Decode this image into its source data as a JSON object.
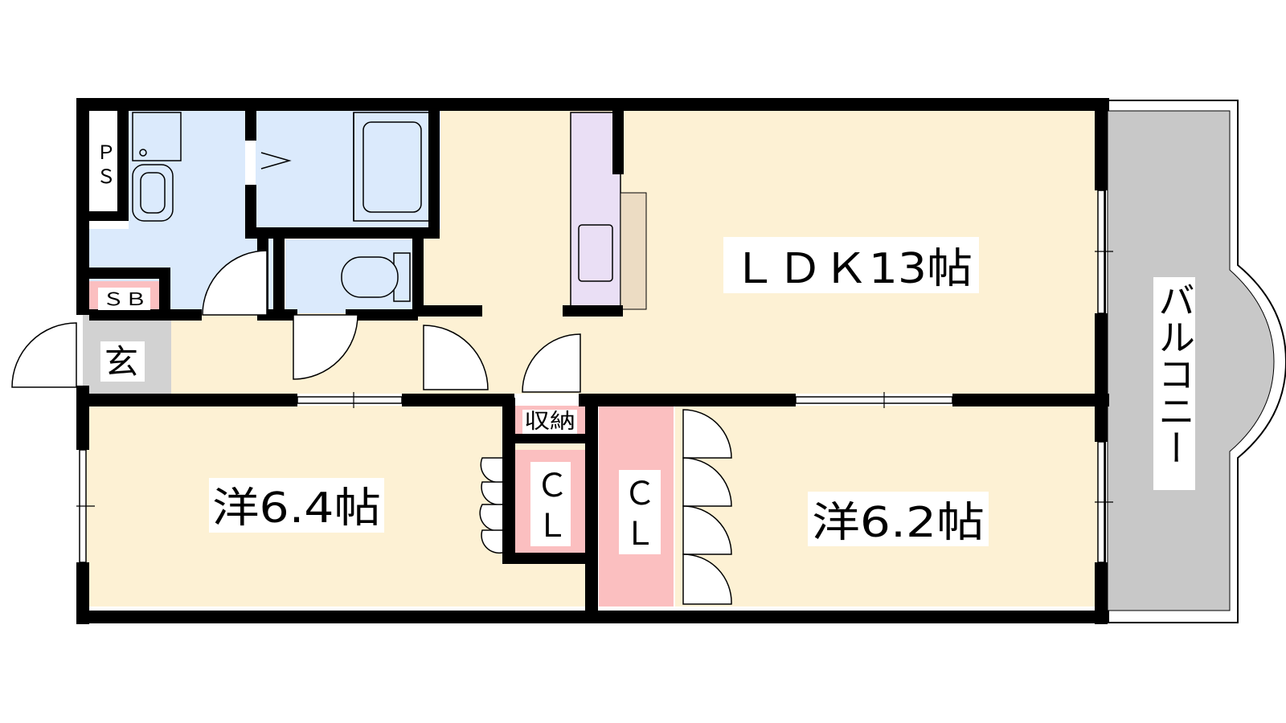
{
  "rooms": {
    "ldk": "ＬＤＫ13帖",
    "western_a": "洋6.4帖",
    "western_b": "洋6.2帖",
    "balcony": "バルコニー",
    "entrance": "玄",
    "shoe_box": "ＳＢ",
    "pipe_space_top": "Ｐ",
    "pipe_space_bottom": "Ｓ",
    "storage": "収納",
    "closet_a_top": "Ｃ",
    "closet_a_bottom": "Ｌ",
    "closet_b_top": "Ｃ",
    "closet_b_bottom": "Ｌ"
  },
  "colors": {
    "floor": "#fdf1d4",
    "wet_area": "#dbeafc",
    "closet": "#fbbfc0",
    "balcony": "#c8c8c8",
    "entrance": "#d2d2d2",
    "kitchen_counter": "#eadff5",
    "wall": "#000000"
  }
}
